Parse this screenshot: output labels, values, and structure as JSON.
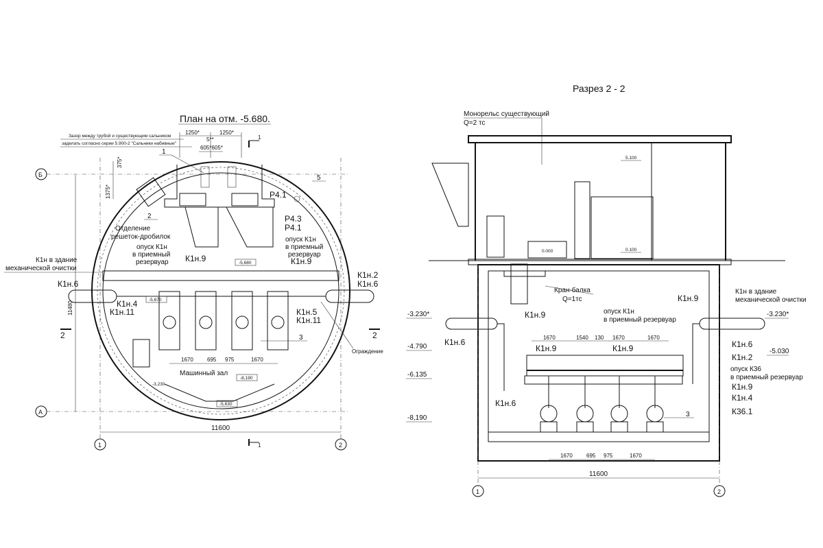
{
  "plan": {
    "title": "План на отм. -5.680.",
    "note_line1": "Зазор между трубой и существующим сальником",
    "note_line2": "заделать согласно серии 5.900-2 \"Сальники набивные\"",
    "dim_1250a": "1250*",
    "dim_1250b": "1250*",
    "dim_5": "5**",
    "dim_605": "605*605*",
    "dim_375": "375*",
    "dim_1375": "1375*",
    "dim_11480": "11480",
    "dim_11600": "11600",
    "dims_bottom": [
      "1670",
      "695",
      "975",
      "1670"
    ],
    "callout_1": "1",
    "callout_2": "2",
    "callout_3": "3",
    "callout_5": "5",
    "section_2": "2",
    "section_1": "1",
    "label_p41a": "Р4.1",
    "label_p43": "Р4.3",
    "label_p41b": "Р4.1",
    "label_otdelenie1": "Отделение",
    "label_otdelenie2": "решеток-дробилок",
    "label_opusk_l1": "опуск К1н",
    "label_opusk_l2": "в приемный",
    "label_opusk_l3": "резервуар",
    "label_opusk_r1": "опуск К1н",
    "label_opusk_r2": "в приемный",
    "label_opusk_r3": "резервуар",
    "label_k1n9_a": "К1н.9",
    "label_k1n9_b": "К1н.9",
    "label_mech1": "К1н в здание",
    "label_mech2": "механической очистки",
    "label_k1n6_l": "К1н.6",
    "label_k1n2": "К1н.2",
    "label_k1n6_r": "К1н.6",
    "label_k1n4": "К1н.4",
    "label_k1n11_l": "К1н.11",
    "label_k1n5": "К1н.5",
    "label_k1n11_r": "К1н.11",
    "label_hall": "Машинный зал",
    "label_fence": "Ограждение",
    "elev_5680": "-5,680",
    "elev_5670": "-5,670",
    "elev_8190": "-8,190",
    "elev_3230": "-3,230",
    "elev_5630": "-5,630",
    "axis_b": "Б",
    "axis_a": "А",
    "axis_1": "1",
    "axis_2": "2"
  },
  "section": {
    "title": "Разрез 2 - 2",
    "label_mono1": "Монорельс существующий",
    "label_mono2": "Q=2 тс",
    "elev_5100": "5.100",
    "elev_0100": "0.100",
    "elev_0000": "0.000",
    "label_kran1": "Кран-балка",
    "label_kran2": "Q=1тс",
    "label_k1n9_top": "К1н.9",
    "label_k1n9_l": "К1н.9",
    "label_mech1": "К1н в здание",
    "label_mech2": "механической очистки",
    "label_opusk1": "опуск К1н",
    "label_opusk2": "в приемный резервуар",
    "elev_3230_l": "-3.230*",
    "elev_3230_r": "-3.230*",
    "elev_4790": "-4.790",
    "elev_6135": "-6.135",
    "elev_8190": "-8,190",
    "elev_5030": "-5.030",
    "label_k1n6_a": "К1н.6",
    "label_k1n6_b": "К1н.6",
    "label_k1n6_c": "К1н.6",
    "label_k1n9_m1": "К1н.9",
    "label_k1n9_m2": "К1н.9",
    "label_k1n2": "К1н.2",
    "label_k1n9_r": "К1н.9",
    "label_k1n4": "К1н.4",
    "label_k361": "К36.1",
    "label_opusk_k36_1": "опуск К36",
    "label_opusk_k36_2": "в приемный резервуар",
    "dims_top": [
      "1670",
      "1540",
      "130",
      "1670",
      "1670"
    ],
    "dims_bottom": [
      "1670",
      "695",
      "975",
      "1670"
    ],
    "dim_11600": "11600",
    "callout_3": "3",
    "axis_1": "1",
    "axis_2": "2"
  }
}
